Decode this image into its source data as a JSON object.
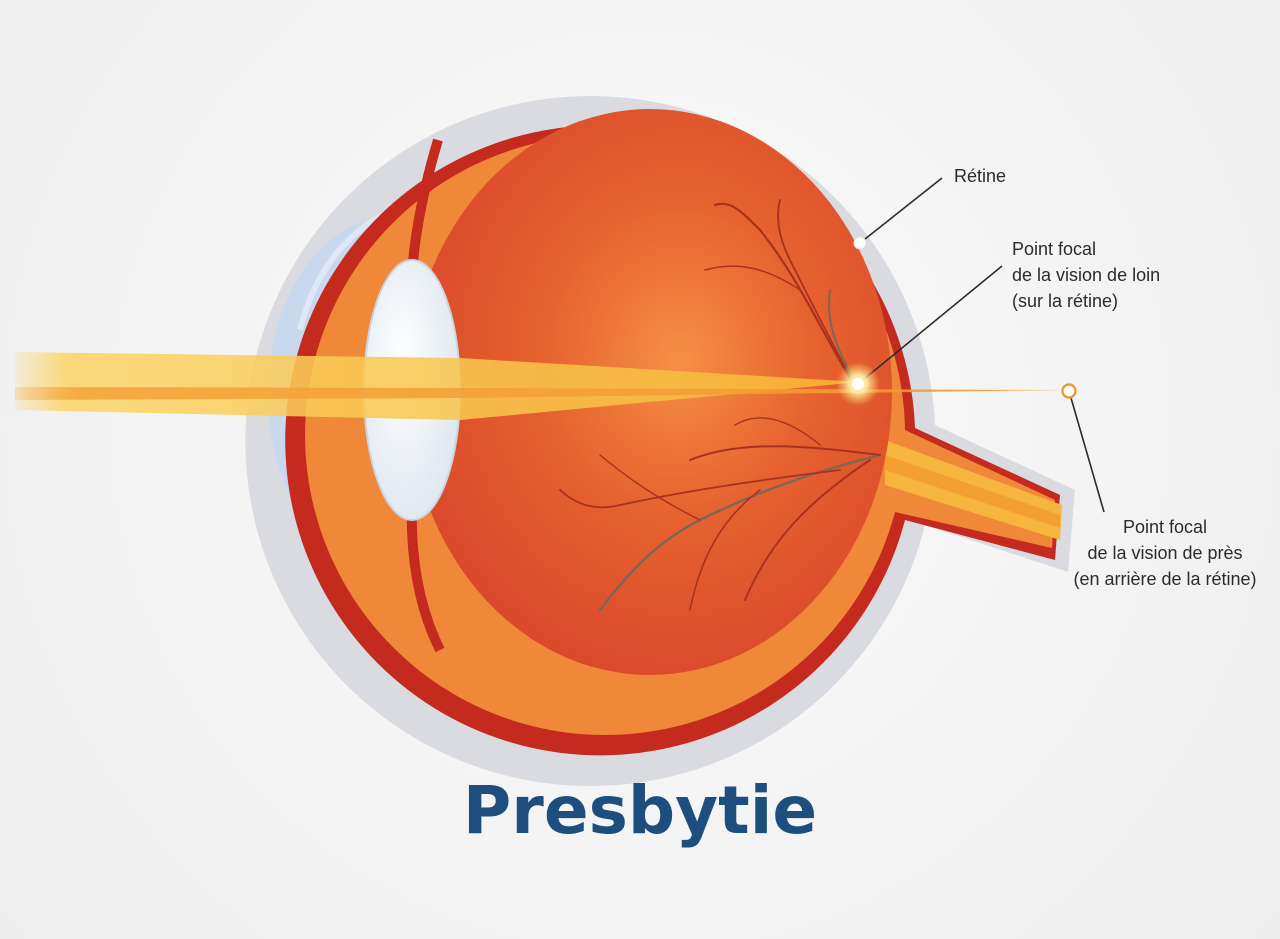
{
  "title": "Presbytie",
  "labels": {
    "retina": "Rétine",
    "far_focal": {
      "line1": "Point focal",
      "line2": "de la vision de loin",
      "line3": "(sur la rétine)"
    },
    "near_focal": {
      "line1": "Point focal",
      "line2": "de la vision de près",
      "line3": "(en arrière de la rétine)"
    }
  },
  "colors": {
    "title": "#1d4e7e",
    "sclera_outer": "#d9dbe0",
    "retina": "#f0883a",
    "choroid": "#c42a1e",
    "vitreous": "#e4552a",
    "cornea": "#8fb2e8",
    "lens": "#eef3f8",
    "light_beam": "#f7c334"
  }
}
